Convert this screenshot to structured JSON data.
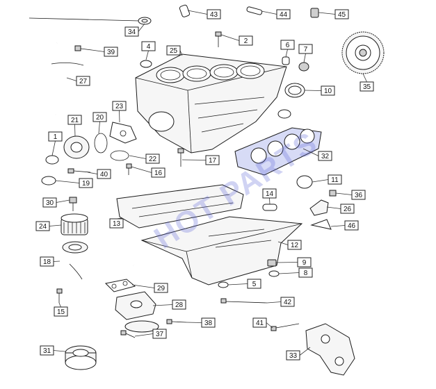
{
  "watermark": {
    "text": "HOT PARTS",
    "color": "#5b63d6"
  },
  "callouts": [
    "1",
    "2",
    "4",
    "5",
    "6",
    "7",
    "8",
    "9",
    "10",
    "11",
    "12",
    "13",
    "14",
    "15",
    "16",
    "17",
    "18",
    "19",
    "20",
    "21",
    "22",
    "23",
    "24",
    "25",
    "26",
    "27",
    "28",
    "29",
    "30",
    "31",
    "32",
    "33",
    "34",
    "35",
    "36",
    "37",
    "38",
    "39",
    "40",
    "41",
    "42",
    "43",
    "44",
    "45",
    "46"
  ],
  "icons": {
    "engine_block": "engine-block-icon",
    "oil_pan": "oil-pan-icon",
    "flywheel": "flywheel-icon",
    "head_gasket": "head-gasket-icon"
  }
}
